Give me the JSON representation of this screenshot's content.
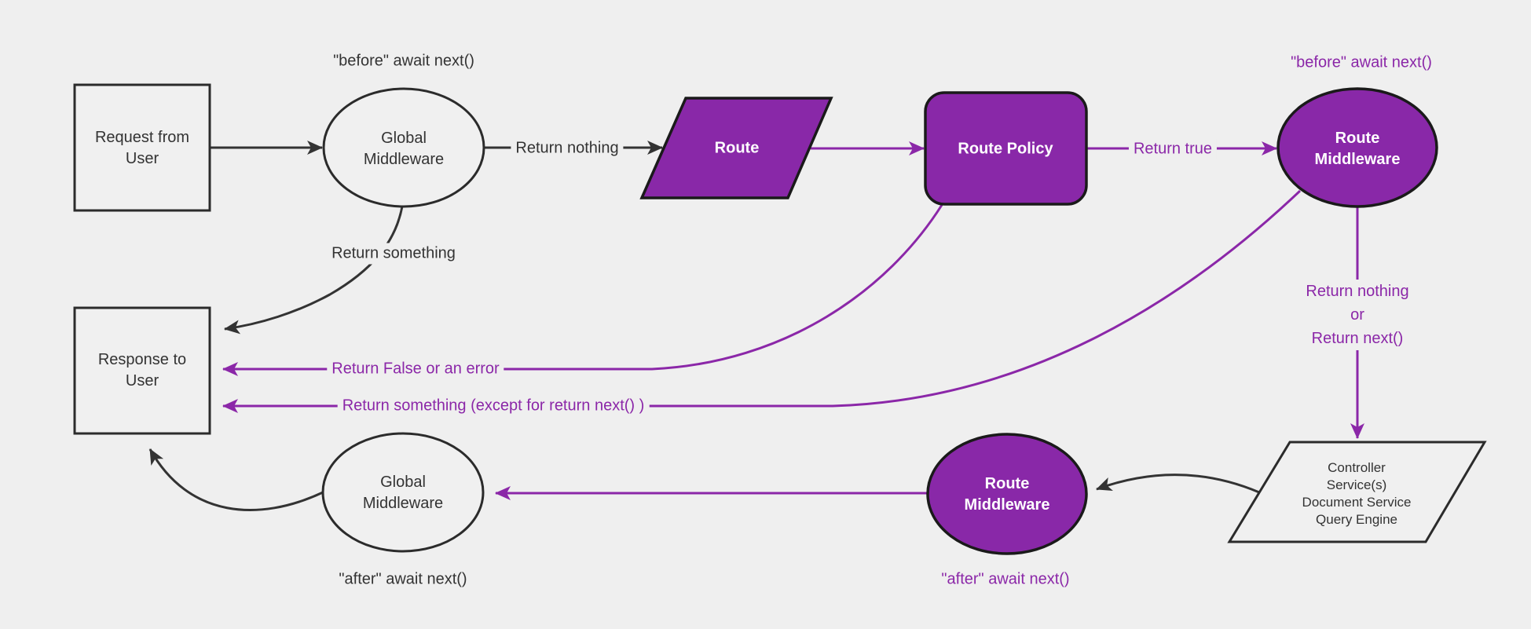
{
  "diagram": {
    "title": "Request / response lifecycle middleware flowchart",
    "background": "#efefef",
    "colors": {
      "bg": "#efefef",
      "purple": "#8B27A8",
      "purple_fill": "#8928A8",
      "black": "#333333",
      "node_fill": "#f0f0f0",
      "stroke_dark": "#2b2b2b",
      "node_text_on_purple": "#ffffff"
    },
    "nodes": {
      "request": {
        "label": "Request from\nUser",
        "shape": "rectangle"
      },
      "global_mw_top": {
        "label": "Global\nMiddleware",
        "shape": "ellipse"
      },
      "route": {
        "label": "Route",
        "shape": "parallelogram"
      },
      "route_policy": {
        "label": "Route Policy",
        "shape": "rounded-rectangle"
      },
      "route_mw_top": {
        "label": "Route\nMiddleware",
        "shape": "ellipse"
      },
      "controller": {
        "label": "Controller\nService(s)\nDocument Service\nQuery Engine",
        "shape": "parallelogram"
      },
      "route_mw_bottom": {
        "label": "Route\nMiddleware",
        "shape": "ellipse"
      },
      "global_mw_bottom": {
        "label": "Global\nMiddleware",
        "shape": "ellipse"
      },
      "response": {
        "label": "Response to\nUser",
        "shape": "rectangle"
      }
    },
    "edge_labels": {
      "before_await_black": "\"before\" await next()",
      "return_nothing": "Return nothing",
      "return_true": "Return true",
      "before_await_purple": "\"before\" await next()",
      "return_nothing_or_next": "Return nothing\nor\nReturn next()",
      "return_false_or_error": "Return False or an error",
      "return_something_except": "Return something (except for return next() )",
      "return_something": "Return something",
      "after_await_black": "\"after\" await next()",
      "after_await_purple": "\"after\" await next()"
    }
  }
}
